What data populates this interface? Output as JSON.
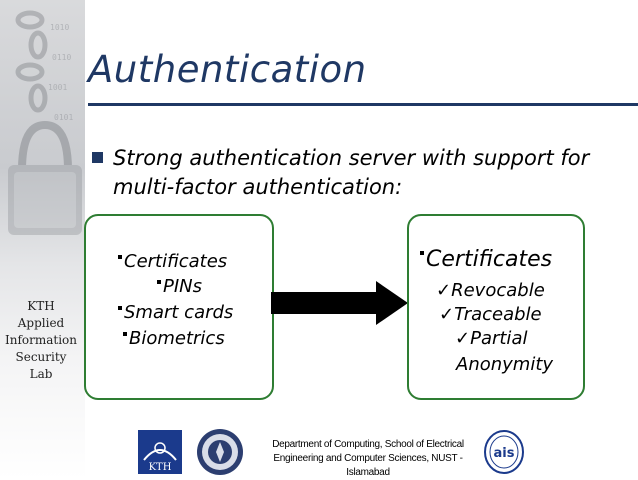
{
  "sidebar": {
    "label_lines": [
      "KTH",
      "Applied",
      "Information",
      "Security",
      "Lab"
    ]
  },
  "slide": {
    "title": "Authentication",
    "bullet": "Strong authentication server with support for multi-factor authentication:"
  },
  "left_box": {
    "items": [
      "Certificates",
      "PINs",
      "Smart cards",
      "Biometrics"
    ]
  },
  "right_box": {
    "heading": "Certificates",
    "checks": [
      "Revocable",
      "Traceable",
      "Partial"
    ],
    "continuation": "Anonymity"
  },
  "footer": {
    "text_lines": [
      "Department of Computing, School of Electrical",
      "Engineering and Computer Sciences, NUST -",
      "Islamabad"
    ],
    "logos": [
      "kth-logo",
      "nust-logo",
      "ais-logo"
    ],
    "kth_logo_text": "KTH",
    "ais_logo_text": "ais"
  },
  "colors": {
    "title": "#1f3864",
    "box_border": "#2e7d32",
    "arrow": "#000000"
  }
}
